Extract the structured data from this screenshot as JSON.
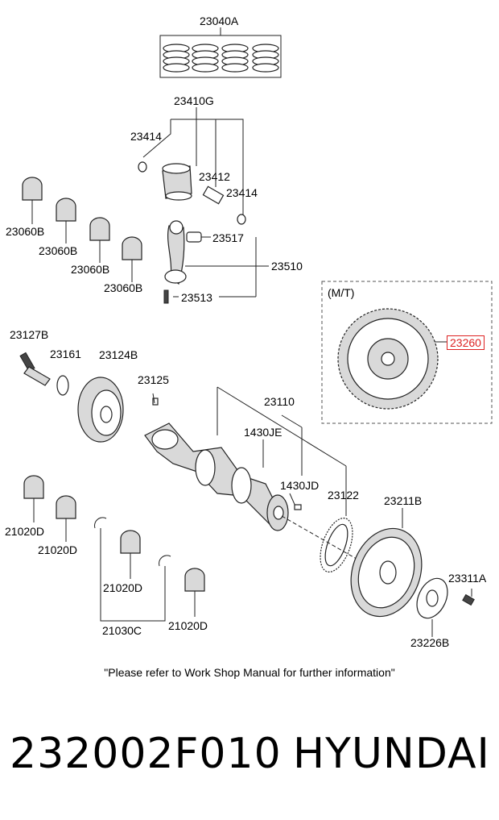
{
  "labels": {
    "l23040A": "23040A",
    "l23410G": "23410G",
    "l23414a": "23414",
    "l23412": "23412",
    "l23414b": "23414",
    "l23060B_1": "23060B",
    "l23060B_2": "23060B",
    "l23060B_3": "23060B",
    "l23060B_4": "23060B",
    "l23517": "23517",
    "l23510": "23510",
    "l23513": "23513",
    "lMT": "(M/T)",
    "l23260": "23260",
    "l23127B": "23127B",
    "l23161": "23161",
    "l23124B": "23124B",
    "l23125": "23125",
    "l23110": "23110",
    "l1430JE": "1430JE",
    "l1430JD": "1430JD",
    "l23122": "23122",
    "l23211B": "23211B",
    "l23311A": "23311A",
    "l23226B": "23226B",
    "l21020D_1": "21020D",
    "l21020D_2": "21020D",
    "l21020D_3": "21020D",
    "l21020D_4": "21020D",
    "l21030C": "21030C"
  },
  "note": "\"Please refer to Work Shop Manual for further information\"",
  "part_number": "232002F010",
  "brand": "HYUNDAI",
  "colors": {
    "highlight": "#dd2222",
    "line": "#222222"
  }
}
